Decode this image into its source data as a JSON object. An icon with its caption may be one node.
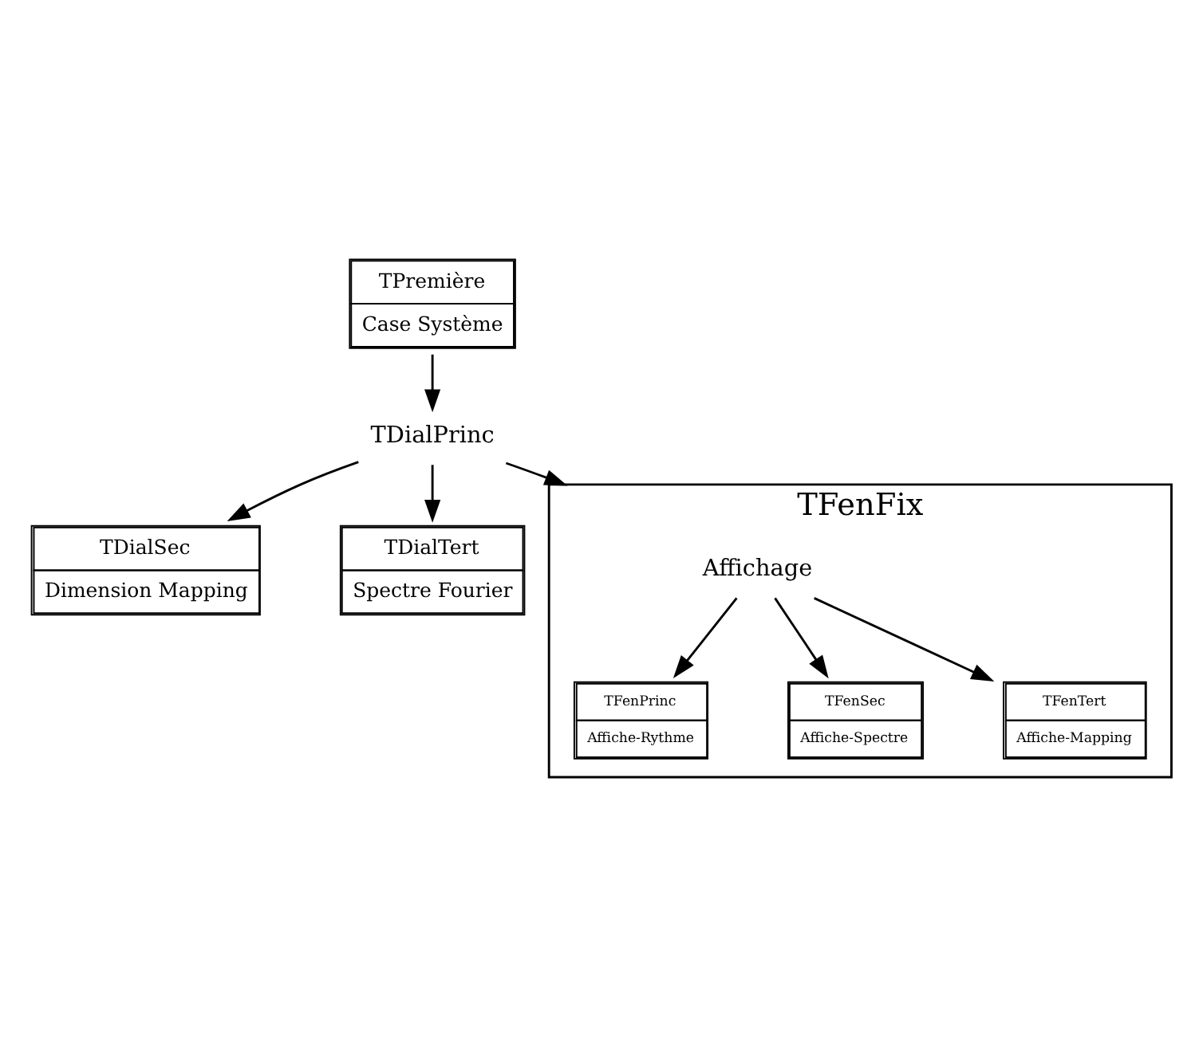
{
  "diagram": {
    "nodes": [
      {
        "text": [
          "TPremière",
          "Case Système"
        ]
      },
      {
        "text": [
          "TDialPrinc"
        ]
      },
      {
        "text": [
          "TDialSec",
          "Dimension Mapping"
        ]
      },
      {
        "text": [
          "TDialTert",
          "Spectre Fourier"
        ]
      },
      {
        "text": [
          "TFenFix"
        ]
      },
      {
        "text": [
          "Affichage"
        ],
        "in": 4
      },
      {
        "text": [
          "TFenPrinc",
          "Affiche-Rythme"
        ],
        "in": 4
      },
      {
        "text": [
          "TFenSec",
          "Affiche-Spectre"
        ],
        "in": 4
      },
      {
        "text": [
          "TFenTert",
          "Affiche-Mapping"
        ],
        "in": 4
      }
    ],
    "edges": [
      {
        "from": 0,
        "to": 1,
        "arrow": "to"
      },
      {
        "from": 1,
        "to": 2,
        "arrow": "to"
      },
      {
        "from": 1,
        "to": 3,
        "arrow": "to"
      },
      {
        "from": 1,
        "to": 4,
        "arrow": "to"
      },
      {
        "from": 5,
        "to": 6,
        "arrow": "to"
      },
      {
        "from": 5,
        "to": 7,
        "arrow": "to"
      },
      {
        "from": 5,
        "to": 8,
        "arrow": "to"
      }
    ]
  }
}
